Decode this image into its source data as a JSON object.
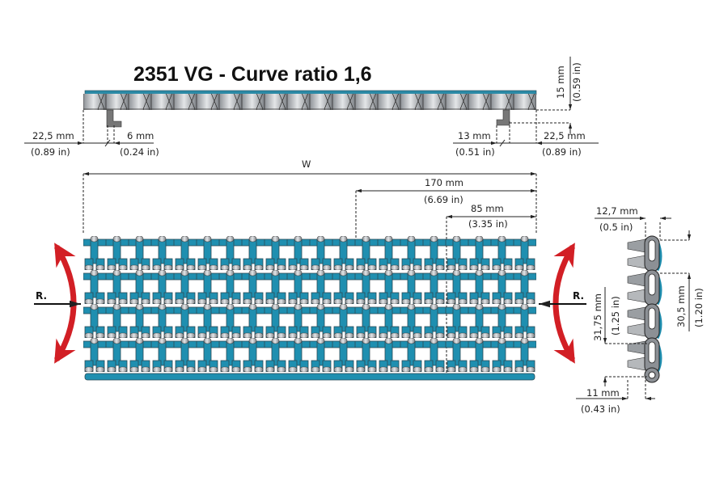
{
  "title": "2351 VG - Curve ratio 1,6",
  "colors": {
    "belt": "#1f8fb0",
    "belt_edge": "#2a4a55",
    "knuckle": "#b9bcbf",
    "arrow": "#d21f25"
  },
  "side_view": {
    "left_margin_mm": "22,5 mm",
    "left_margin_in": "(0.89 in)",
    "left_guide_mm": "6 mm",
    "left_guide_in": "(0.24 in)",
    "right_guide_mm": "13 mm",
    "right_guide_in": "(0.51 in)",
    "right_margin_mm": "22,5 mm",
    "right_margin_in": "(0.89 in)",
    "height_mm": "15 mm",
    "height_in": "(0.59 in)"
  },
  "top_view": {
    "width_label": "W",
    "w170_mm": "170 mm",
    "w170_in": "(6.69 in)",
    "w85_mm": "85 mm",
    "w85_in": "(3.35 in)",
    "radius_left": "R.",
    "radius_right": "R."
  },
  "profile_view": {
    "thickness_mm": "12,7 mm",
    "thickness_in": "(0.5 in)",
    "link_mm": "30,5 mm",
    "link_in": "(1.20 in)",
    "pitch_mm": "31,75 mm",
    "pitch_in": "(1.25 in)",
    "tooth_mm": "11 mm",
    "tooth_in": "(0.43 in)"
  }
}
